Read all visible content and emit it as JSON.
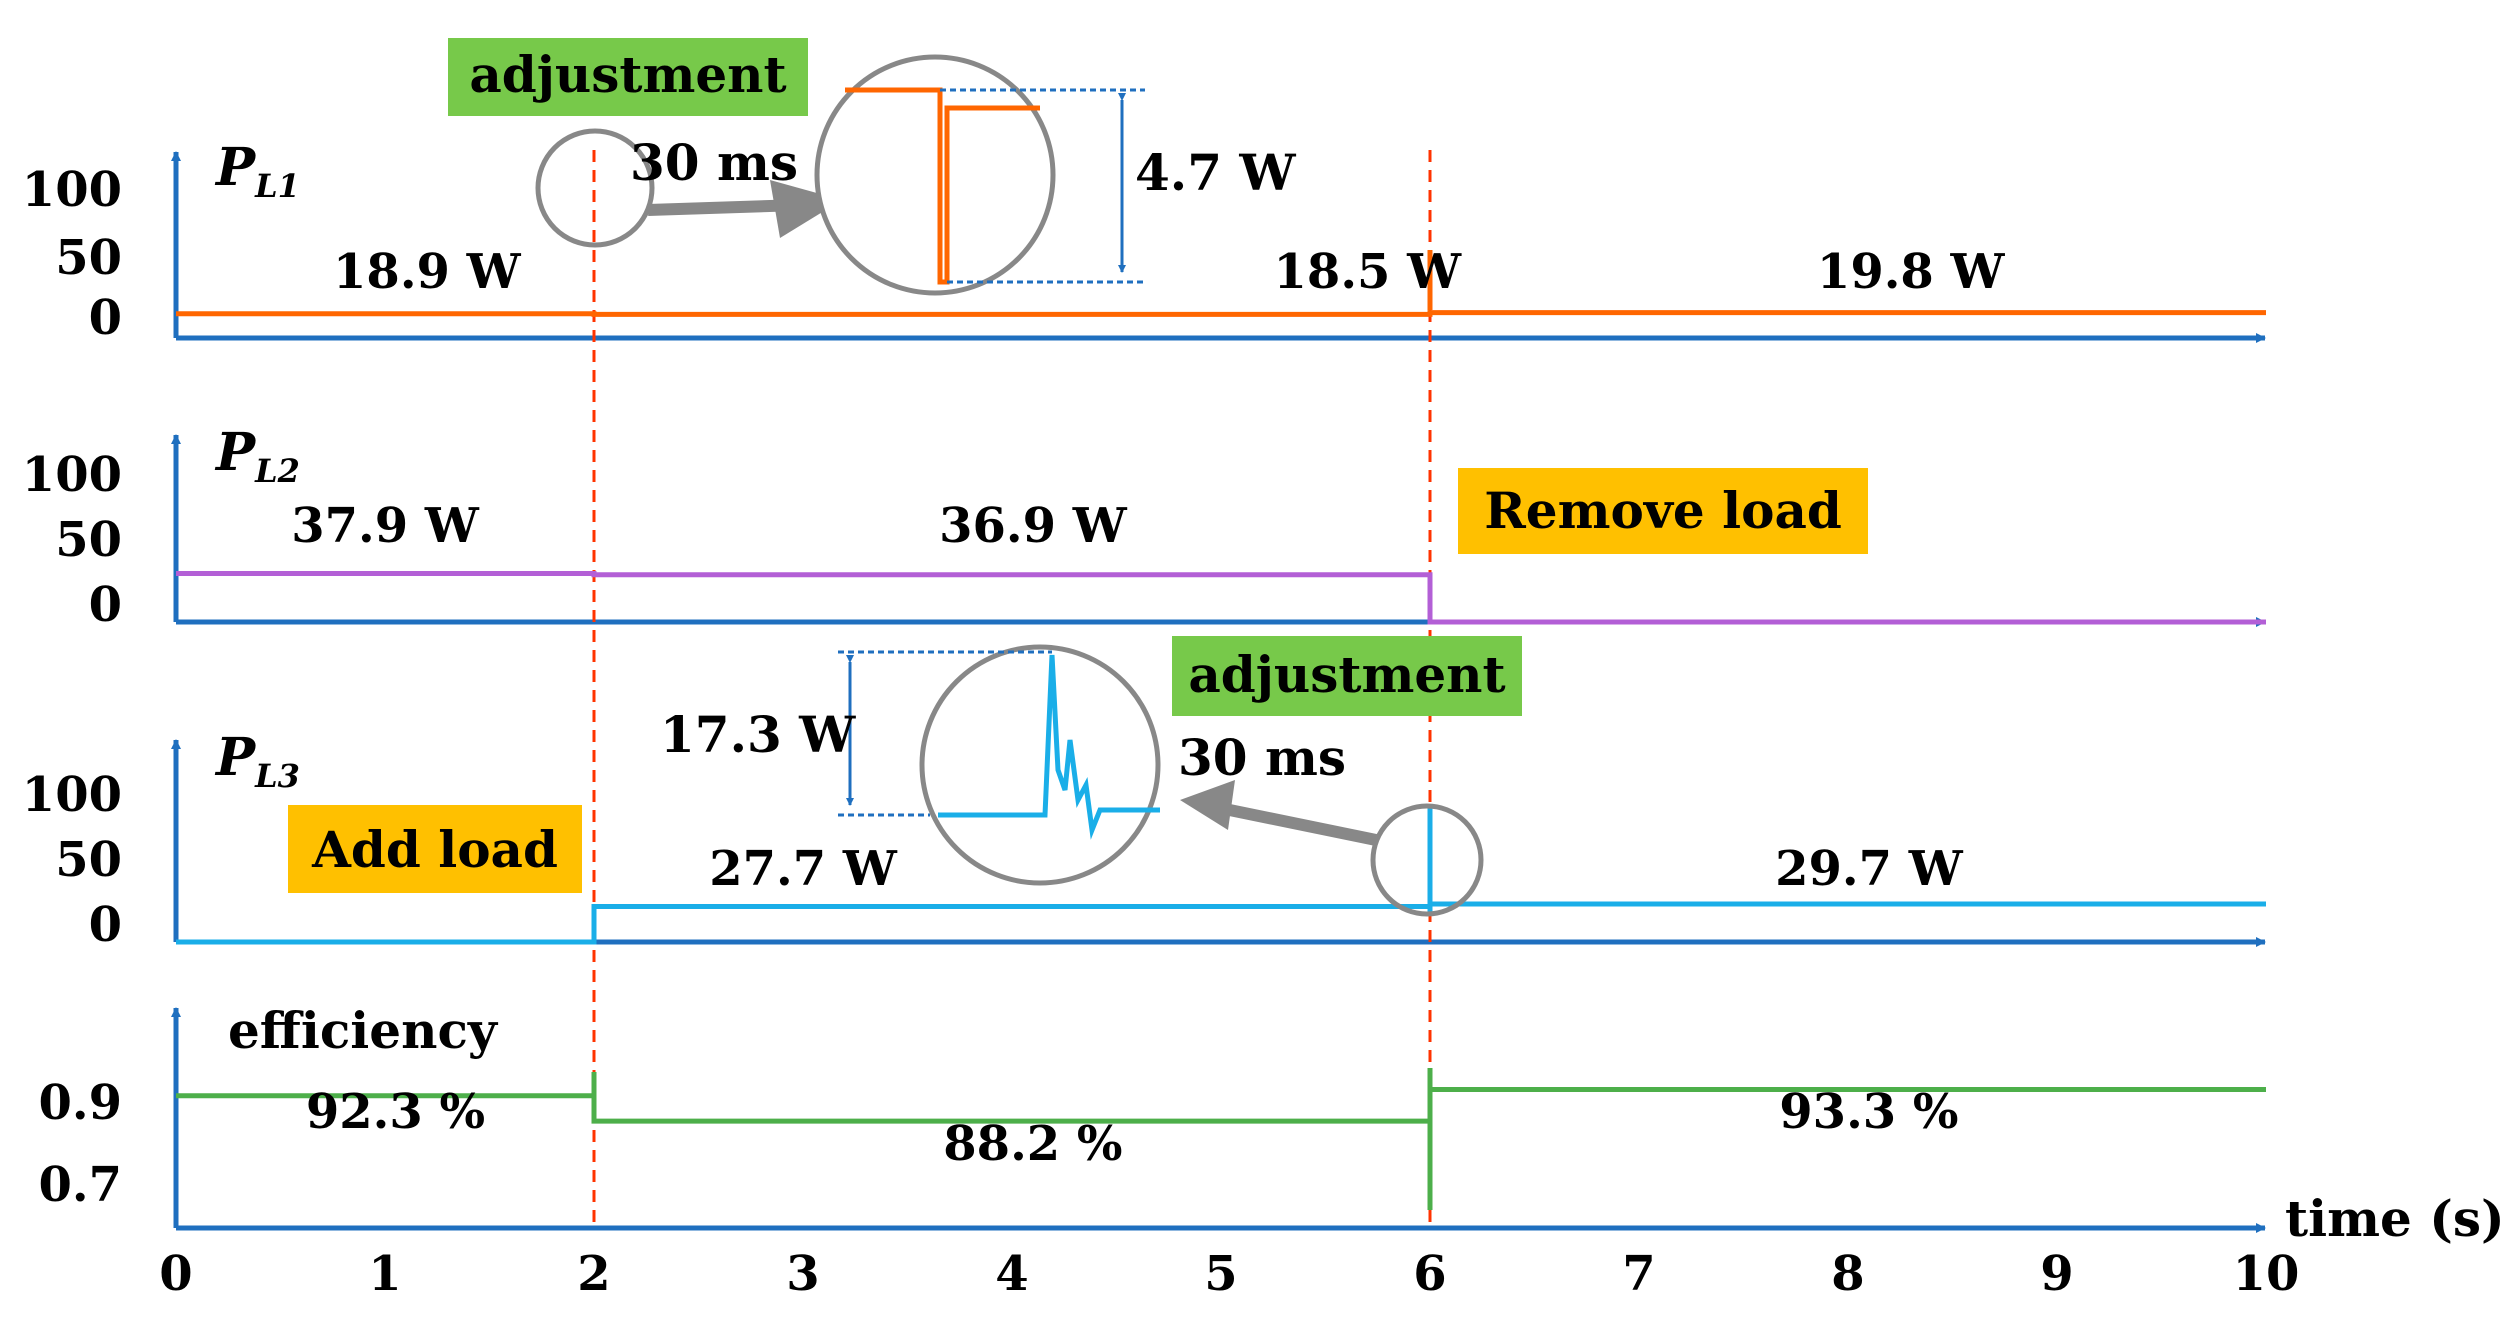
{
  "chart_data": {
    "type": "line",
    "x_axis": {
      "label": "time (s)",
      "range": [
        0,
        10
      ],
      "ticks": [
        "0",
        "1",
        "2",
        "3",
        "4",
        "5",
        "6",
        "7",
        "8",
        "9",
        "10"
      ]
    },
    "panels": [
      {
        "name": "P",
        "name_subscript": "L1",
        "color": "#FF6600",
        "y_range": [
          0,
          100
        ],
        "y_ticks": [
          "100",
          "50",
          "0"
        ],
        "segments": [
          {
            "x": [
              0,
              2
            ],
            "y": 18.9
          },
          {
            "x": [
              2,
              6
            ],
            "y": 18.5
          },
          {
            "x": [
              6,
              10
            ],
            "y": 19.8
          }
        ],
        "labels": [
          "18.9 W",
          "18.5 W",
          "19.8 W"
        ],
        "inset": {
          "label": "adjustment",
          "duration": "30 ms",
          "magnitude": "4.7 W"
        }
      },
      {
        "name": "P",
        "name_subscript": "L2",
        "color": "#B35FD6",
        "y_range": [
          0,
          100
        ],
        "y_ticks": [
          "100",
          "50",
          "0"
        ],
        "segments": [
          {
            "x": [
              0,
              2
            ],
            "y": 37.9
          },
          {
            "x": [
              2,
              6
            ],
            "y": 36.9
          },
          {
            "x": [
              6,
              10
            ],
            "y": 0
          }
        ],
        "labels": [
          "37.9 W",
          "36.9 W"
        ],
        "annotation": "Remove load"
      },
      {
        "name": "P",
        "name_subscript": "L3",
        "color": "#1AAEE8",
        "y_range": [
          0,
          100
        ],
        "y_ticks": [
          "100",
          "50",
          "0"
        ],
        "segments": [
          {
            "x": [
              0,
              2
            ],
            "y": 0
          },
          {
            "x": [
              2,
              6
            ],
            "y": 27.7
          },
          {
            "x": [
              6,
              10
            ],
            "y": 29.7
          }
        ],
        "labels": [
          "27.7 W",
          "29.7 W"
        ],
        "annotation": "Add load",
        "inset": {
          "label": "adjustment",
          "duration": "30 ms",
          "magnitude": "17.3 W"
        }
      },
      {
        "name": "efficiency",
        "color": "#4DAF4A",
        "y_ticks": [
          "0.9",
          "0.7"
        ],
        "segments": [
          {
            "x": [
              0,
              2
            ],
            "y": 0.923
          },
          {
            "x": [
              2,
              6
            ],
            "y": 0.882
          },
          {
            "x": [
              6,
              10
            ],
            "y": 0.933
          }
        ],
        "labels": [
          "92.3 %",
          "88.2 %",
          "93.3 %"
        ]
      }
    ],
    "events_x": [
      2,
      6
    ]
  },
  "colors": {
    "axis": "#1F6FBF",
    "event_line": "#FF3300",
    "green_box": "#77C94A",
    "orange_box": "#FFC000",
    "inset_circle": "#888888"
  }
}
